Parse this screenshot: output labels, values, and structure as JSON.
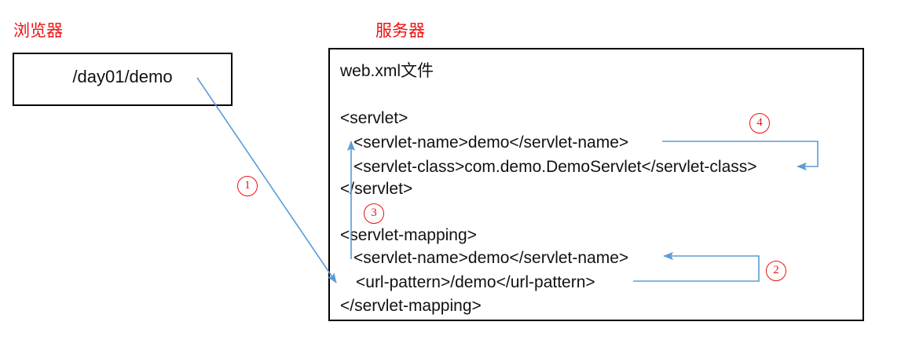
{
  "diagram": {
    "title_browser": "浏览器",
    "title_server": "服务器",
    "browser": {
      "url": "/day01/demo"
    },
    "server": {
      "file_label": "web.xml文件",
      "code_lines": [
        "<servlet>",
        "<servlet-name>demo</servlet-name>",
        "<servlet-class>com.demo.DemoServlet</servlet-class>",
        "</servlet>",
        "<servlet-mapping>",
        "<servlet-name>demo</servlet-name>",
        "<url-pattern>/demo</url-pattern>",
        "</servlet-mapping>"
      ]
    },
    "markers": [
      {
        "id": "1",
        "label": "①",
        "glyph": "1"
      },
      {
        "id": "2",
        "label": "②",
        "glyph": "2"
      },
      {
        "id": "3",
        "label": "③",
        "glyph": "3"
      },
      {
        "id": "4",
        "label": "④",
        "glyph": "4"
      }
    ],
    "colors": {
      "marker_red": "#ee1111",
      "title_red": "#ee1111",
      "arrow_blue": "#5b9bd5",
      "box_border": "#000000",
      "text": "#111111"
    }
  }
}
